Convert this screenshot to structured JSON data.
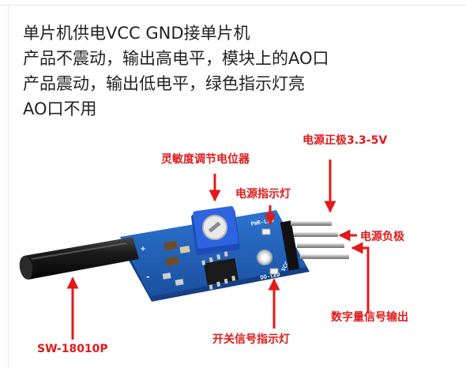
{
  "description": {
    "lines": [
      "单片机供电VCC GND接单片机",
      "产品不震动，输出高电平，模块上的AO口",
      "产品震动，输出低电平，绿色指示灯亮",
      "AO口不用"
    ]
  },
  "labels": {
    "power_positive": "电源正极3.3-5V",
    "sensitivity": "灵敏度调节电位器",
    "power_led": "电源指示灯",
    "power_negative": "电源负极",
    "switch_led": "开关信号指示灯",
    "digital_output": "数字量信号输出",
    "sensor_model": "SW-18010P"
  },
  "silkscreen": {
    "pwr_led": "PWR-LED",
    "do_led": "DO-LED",
    "pins": "VCC GND DO AO",
    "plus": "+",
    "minus": "-"
  },
  "colors": {
    "annotation": "#e01a1a",
    "pcb": "#1f5fb8",
    "pcb_edge": "#173f86",
    "potentiometer": "#2b5fd6",
    "sensor_tube": "#151515",
    "header_pin": "#b9b9b9"
  }
}
